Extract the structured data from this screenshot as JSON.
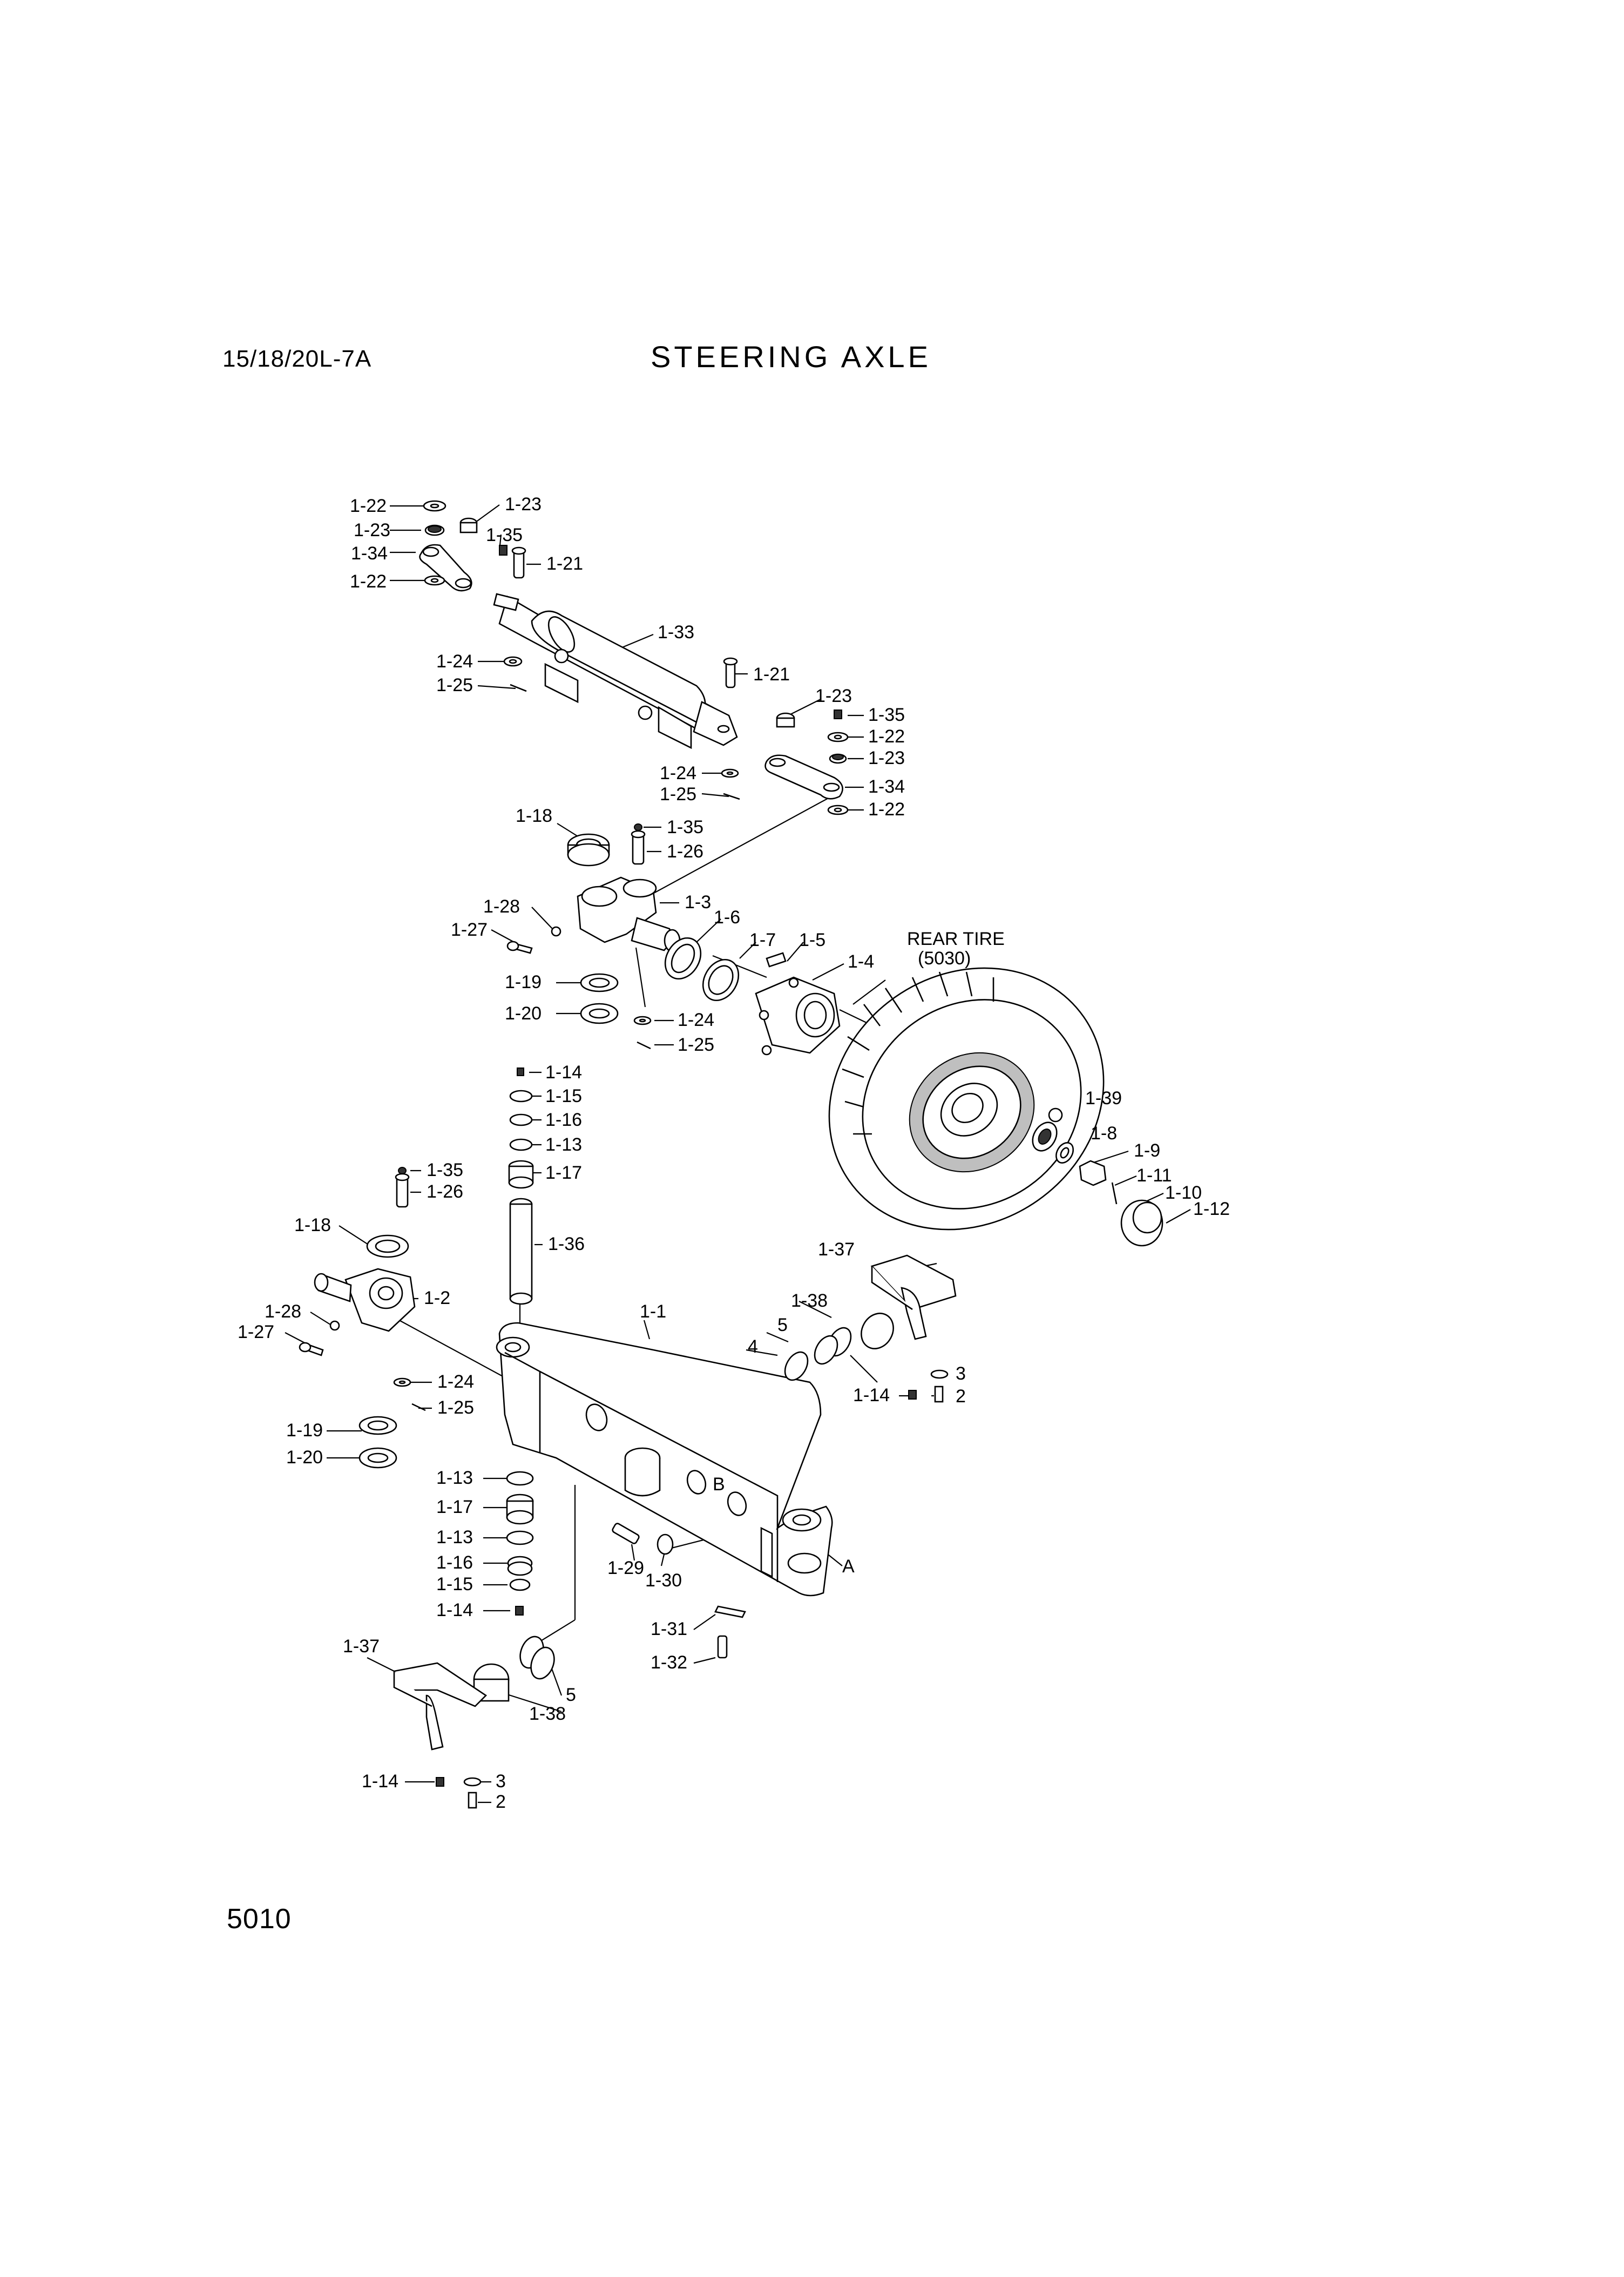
{
  "header": {
    "model": "15/18/20L-7A",
    "title": "STEERING AXLE"
  },
  "footer": {
    "page_number": "5010"
  },
  "tire_note": {
    "line1": "REAR TIRE",
    "line2": "(5030)"
  },
  "callouts": {
    "c01": "1-22",
    "c02": "1-23",
    "c03": "1-23",
    "c04": "1-35",
    "c05": "1-34",
    "c06": "1-21",
    "c07": "1-22",
    "c08": "1-33",
    "c09": "1-24",
    "c10": "1-21",
    "c11": "1-25",
    "c12": "1-23",
    "c13": "1-35",
    "c14": "1-22",
    "c15": "1-23",
    "c16": "1-24",
    "c17": "1-34",
    "c18": "1-25",
    "c19": "1-22",
    "c20": "1-18",
    "c21": "1-35",
    "c22": "1-26",
    "c23": "1-28",
    "c24": "1-3",
    "c25": "1-27",
    "c26": "1-6",
    "c27": "1-7",
    "c28": "1-5",
    "c29": "1-4",
    "c30": "1-19",
    "c31": "1-20",
    "c32": "1-24",
    "c33": "1-25",
    "c34": "1-14",
    "c35": "1-15",
    "c36": "1-16",
    "c37": "1-13",
    "c38": "1-39",
    "c39": "1-8",
    "c40": "1-9",
    "c41": "1-11",
    "c42": "1-17",
    "c43": "1-10",
    "c44": "1-12",
    "c45": "1-35",
    "c46": "1-26",
    "c47": "1-18",
    "c48": "1-36",
    "c49": "1-37",
    "c50": "1-2",
    "c51": "1-28",
    "c52": "1-1",
    "c53": "1-38",
    "c54": "1-27",
    "c55": "5",
    "c56": "4",
    "c57": "3",
    "c58": "1-24",
    "c59": "1-14",
    "c60": "2",
    "c61": "1-25",
    "c62": "1-19",
    "c63": "1-20",
    "c64": "1-13",
    "c65": "B",
    "c66": "1-17",
    "c67": "1-13",
    "c68": "A",
    "c69": "1-16",
    "c70": "1-29",
    "c71": "1-30",
    "c72": "1-15",
    "c73": "1-14",
    "c74": "1-31",
    "c75": "1-37",
    "c76": "1-32",
    "c77": "5",
    "c78": "1-38",
    "c79": "1-14",
    "c80": "3",
    "c81": "2"
  }
}
